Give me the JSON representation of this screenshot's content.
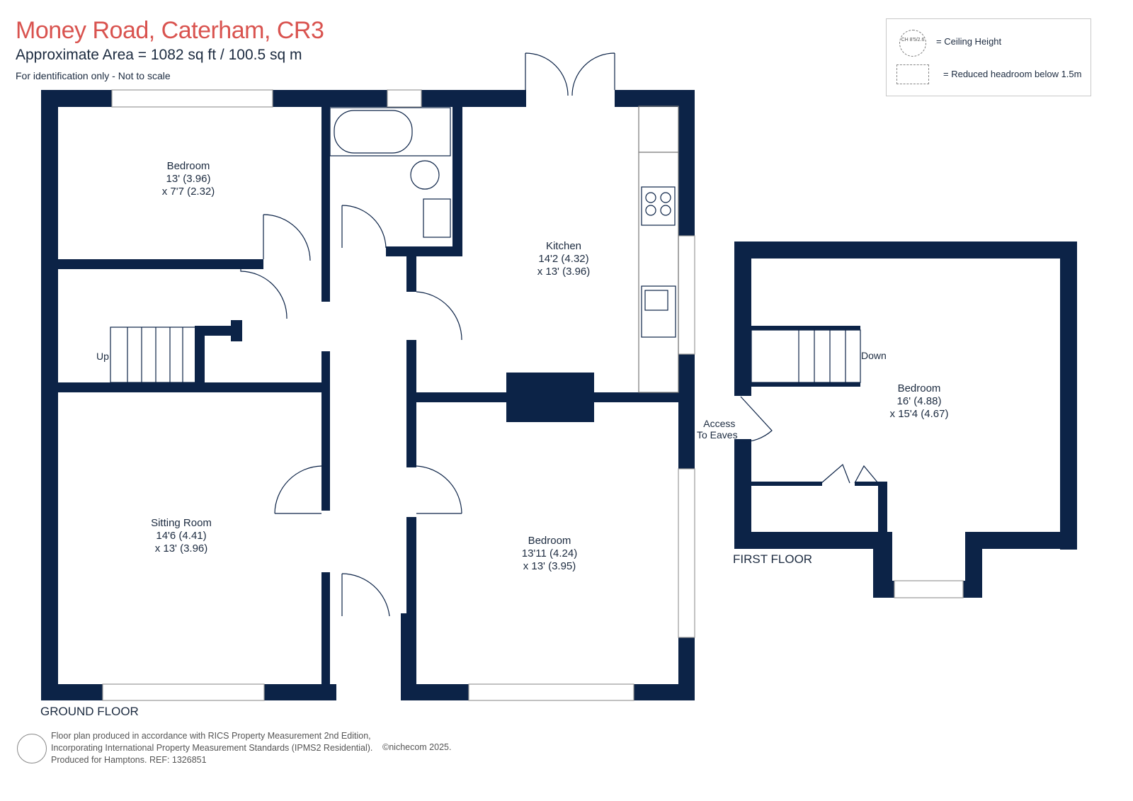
{
  "header": {
    "title": "Money Road, Caterham, CR3",
    "area": "Approximate Area = 1082 sq ft / 100.5 sq m",
    "note": "For identification only - Not to scale"
  },
  "legend": {
    "ch_symbol": "CH 8'5/2.6",
    "ceiling_label": "= Ceiling Height",
    "headroom_label": "= Reduced headroom below 1.5m"
  },
  "rooms": {
    "bedroom1": {
      "name": "Bedroom",
      "dim1": "13' (3.96)",
      "dim2": "x 7'7 (2.32)"
    },
    "kitchen": {
      "name": "Kitchen",
      "dim1": "14'2 (4.32)",
      "dim2": "x 13' (3.96)"
    },
    "sitting": {
      "name": "Sitting Room",
      "dim1": "14'6 (4.41)",
      "dim2": "x 13' (3.96)"
    },
    "bedroom2": {
      "name": "Bedroom",
      "dim1": "13'11 (4.24)",
      "dim2": "x 13' (3.95)"
    },
    "bedroom3": {
      "name": "Bedroom",
      "dim1": "16' (4.88)",
      "dim2": "x 15'4 (4.67)"
    }
  },
  "labels": {
    "up": "Up",
    "down": "Down",
    "access1": "Access",
    "access2": "To Eaves",
    "ground_floor": "GROUND FLOOR",
    "first_floor": "FIRST FLOOR"
  },
  "footer": {
    "line1": "Floor plan produced in accordance with RICS Property Measurement 2nd Edition,",
    "line2": "Incorporating International Property Measurement Standards (IPMS2 Residential).",
    "line3": "Produced for Hamptons.   REF:  1326851",
    "copyright": "©nichecom 2025."
  },
  "colors": {
    "wall": "#0c2347",
    "title": "#d9534f",
    "text": "#1b2a3f"
  }
}
